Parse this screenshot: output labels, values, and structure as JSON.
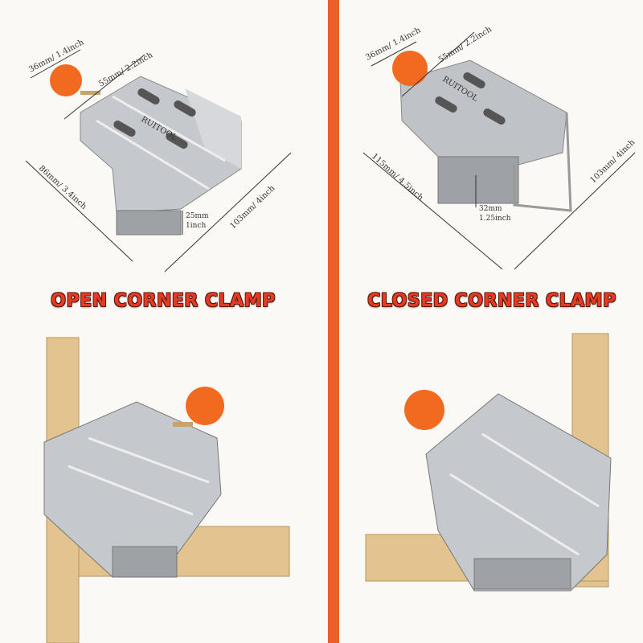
{
  "left": {
    "title": "OPEN CORNER CLAMP",
    "brand": "RUITOOL",
    "dims": {
      "knob": "36mm/ 1.4inch",
      "width": "55mm/ 2.2inch",
      "side": "86mm/ 3.4inch",
      "length": "103mm/ 4inch",
      "height_mm": "25mm",
      "height_in": "1inch"
    }
  },
  "right": {
    "title": "CLOSED CORNER CLAMP",
    "brand": "RUITOOL",
    "dims": {
      "knob": "36mm/ 1.4inch",
      "width": "55mm/ 2.2inch",
      "side": "115mm/ 4.5inch",
      "length": "103mm/ 4inch",
      "height_mm": "32mm",
      "height_in": "1.25inch"
    }
  },
  "colors": {
    "accent": "#ec5f2c",
    "title": "#e63b22",
    "knob": "#f26a1f",
    "metal": "#b9bcc0",
    "wood": "#e3c48e"
  }
}
